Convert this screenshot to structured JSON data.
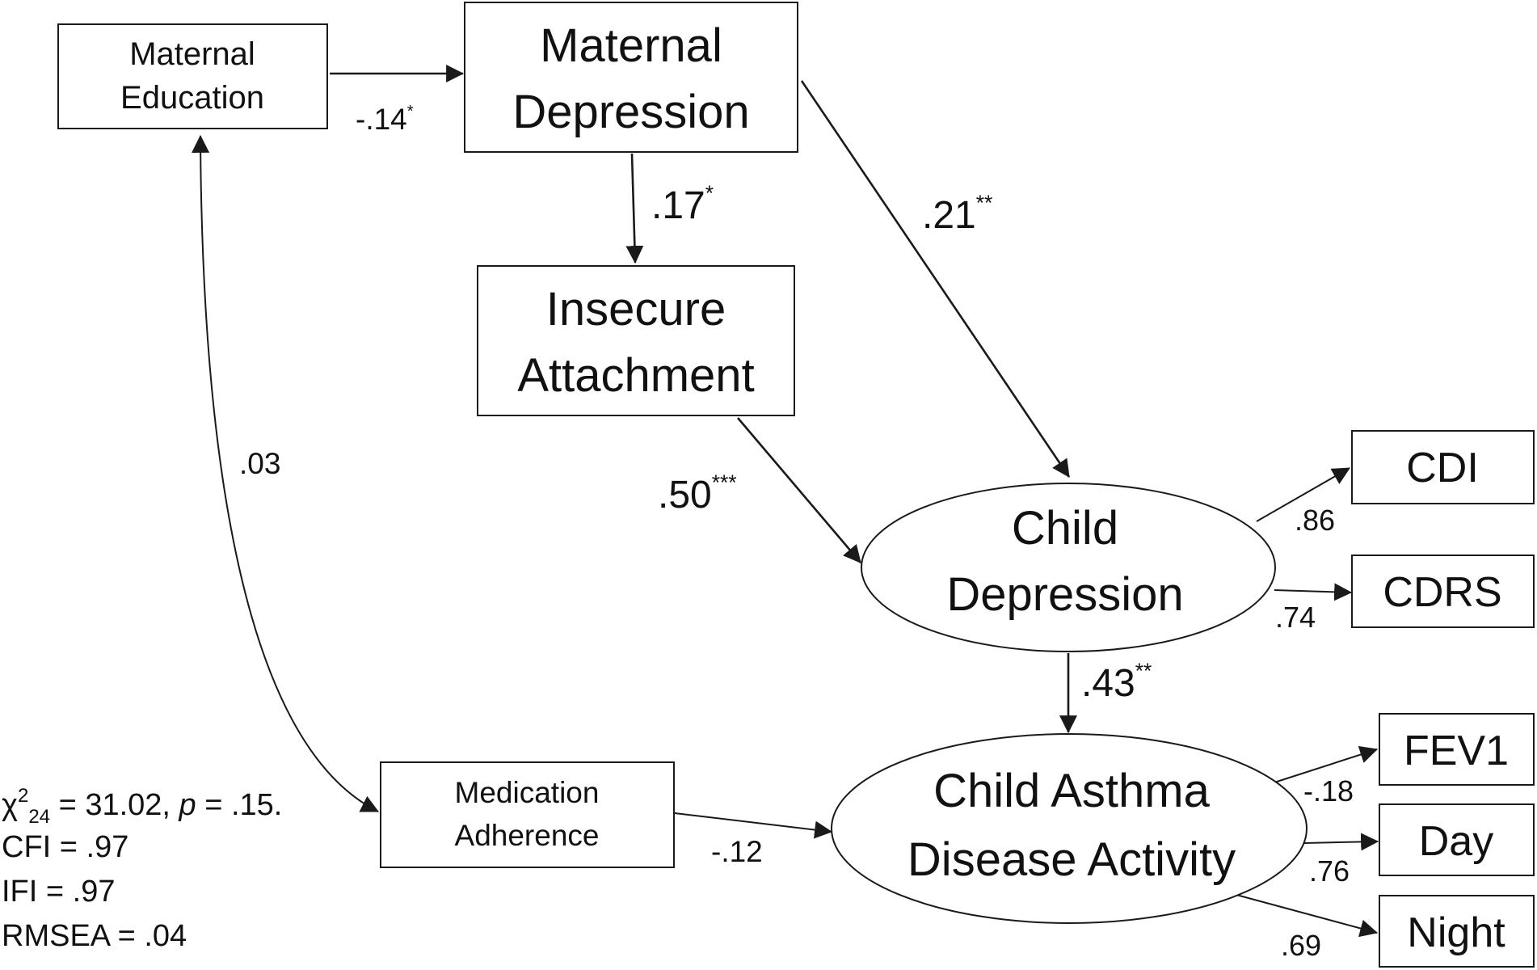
{
  "nodes": {
    "maternal_education": {
      "lines": [
        "Maternal",
        "Education"
      ]
    },
    "maternal_depression": {
      "lines": [
        "Maternal",
        "Depression"
      ]
    },
    "insecure_attachment": {
      "lines": [
        "Insecure",
        "Attachment"
      ]
    },
    "child_depression": {
      "lines": [
        "Child",
        "Depression"
      ]
    },
    "medication_adherence": {
      "lines": [
        "Medication",
        "Adherence"
      ]
    },
    "child_asthma": {
      "lines": [
        "Child Asthma",
        "Disease Activity"
      ]
    },
    "cdi": {
      "label": "CDI"
    },
    "cdrs": {
      "label": "CDRS"
    },
    "fev1": {
      "label": "FEV1"
    },
    "day": {
      "label": "Day"
    },
    "night": {
      "label": "Night"
    }
  },
  "paths": {
    "educ_to_matdep": {
      "value": "-.14",
      "sig": "*"
    },
    "matdep_to_attach": {
      "value": ".17",
      "sig": "*"
    },
    "matdep_to_childdep": {
      "value": ".21",
      "sig": "**"
    },
    "attach_to_childdep": {
      "value": ".50",
      "sig": "***"
    },
    "educ_with_adherence": {
      "value": ".03",
      "sig": ""
    },
    "childdep_to_cdi": {
      "value": ".86",
      "sig": ""
    },
    "childdep_to_cdrs": {
      "value": ".74",
      "sig": ""
    },
    "childdep_to_asthma": {
      "value": ".43",
      "sig": "**"
    },
    "adherence_to_asthma": {
      "value": "-.12",
      "sig": ""
    },
    "asthma_to_fev1": {
      "value": "-.18",
      "sig": ""
    },
    "asthma_to_day": {
      "value": ".76",
      "sig": ""
    },
    "asthma_to_night": {
      "value": ".69",
      "sig": ""
    }
  },
  "fit": {
    "chi_symbol": "χ",
    "chi_sup": "2",
    "chi_sub": "24",
    "chi_value": " = 31.02, ",
    "p_symbol": "p",
    "p_value": " = .15.",
    "cfi": "CFI = .97",
    "ifi": "IFI = .97",
    "rmsea": "RMSEA = .04"
  }
}
